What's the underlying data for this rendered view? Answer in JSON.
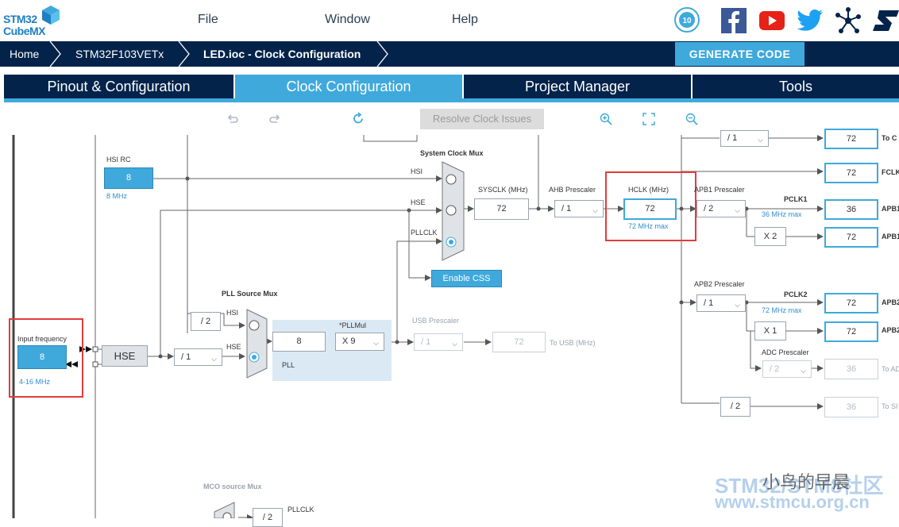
{
  "app": {
    "logo_line1": "STM32",
    "logo_line2": "CubeMX",
    "menu": [
      "File",
      "Window",
      "Help"
    ],
    "social_icons": [
      "anniversary-badge-icon",
      "facebook-icon",
      "youtube-icon",
      "twitter-icon",
      "network-icon",
      "st-logo-icon"
    ]
  },
  "breadcrumb": {
    "home": "Home",
    "mcu": "STM32F103VETx",
    "file": "LED.ioc - Clock Configuration"
  },
  "generate_code": "GENERATE CODE",
  "tabs": [
    "Pinout & Configuration",
    "Clock Configuration",
    "Project Manager",
    "Tools"
  ],
  "toolbar": {
    "resolve": "Resolve Clock Issues",
    "icons": [
      "undo-icon",
      "redo-icon",
      "refresh-icon",
      "zoom-in-icon",
      "fit-icon",
      "zoom-out-icon"
    ]
  },
  "clock": {
    "hsi_rc_label": "HSI RC",
    "hsi_value": "8",
    "hsi_freq": "8 MHz",
    "input_freq_label": "Input frequency",
    "input_value": "8",
    "input_range": "4-16 MHz",
    "hse_label": "HSE",
    "hse_div": "/ 1",
    "hsi_div2": "/ 2",
    "pll_source_mux": "PLL Source Mux",
    "pll_hsi": "HSI",
    "pll_hse": "HSE",
    "pll_in": "8",
    "pllmul_label": "*PLLMul",
    "pllmul": "X 9",
    "pll_label": "PLL",
    "usb_prescaler_label": "USB Prescaler",
    "usb_div": "/ 1",
    "usb_value": "72",
    "usb_to": "To USB (MHz)",
    "sys_mux_label": "System Clock Mux",
    "mux_hsi": "HSI",
    "mux_hse": "HSE",
    "mux_pllclk": "PLLCLK",
    "enable_css": "Enable CSS",
    "sysclk_label": "SYSCLK (MHz)",
    "sysclk": "72",
    "ahb_label": "AHB Prescaler",
    "ahb_div": "/ 1",
    "hclk_label": "HCLK (MHz)",
    "hclk": "72",
    "hclk_max": "72 MHz max",
    "top_div": "/ 1",
    "top_out": "72",
    "top_to": "To C",
    "fclk_out": "72",
    "fclk_to": "FCLK",
    "apb1_label": "APB1 Prescaler",
    "apb1_div": "/ 2",
    "pclk1_label": "PCLK1",
    "pclk1_max": "36 MHz max",
    "apb1_out": "36",
    "apb1_to": "APB1",
    "x2": "X 2",
    "apb1_timer_out": "72",
    "apb1_timer_to": "APB1",
    "apb2_label": "APB2 Prescaler",
    "apb2_div": "/ 1",
    "pclk2_label": "PCLK2",
    "pclk2_max": "72 MHz max",
    "apb2_out": "72",
    "apb2_to": "APB2",
    "x1": "X 1",
    "apb2_timer_out": "72",
    "apb2_timer_to": "APB2",
    "adc_label": "ADC Prescaler",
    "adc_div": "/ 2",
    "adc_out": "36",
    "adc_to": "To AD",
    "bottom_div": "/ 2",
    "bottom_out": "36",
    "bottom_to": "To SI",
    "mco_label": "MCO source Mux",
    "mco_div": "/ 2",
    "mco_pllclk": "PLLCLK"
  },
  "watermark": {
    "line1": "STM32/STM8社区",
    "line2": "www.stmcu.org.cn",
    "wechat": "小鸟的早晨"
  }
}
